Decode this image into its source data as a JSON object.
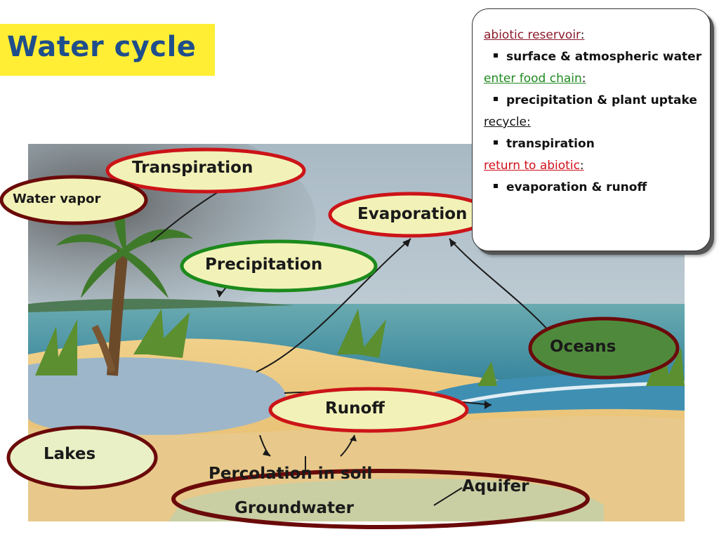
{
  "slide": {
    "title": "Water cycle"
  },
  "diagram": {
    "labels": {
      "transpiration": "Transpiration",
      "water_vapor": "Water vapor",
      "evaporation": "Evaporation",
      "precipitation": "Precipitation",
      "oceans": "Oceans",
      "runoff": "Runoff",
      "lakes": "Lakes",
      "percolation": "Percolation in soil",
      "aquifer": "Aquifer",
      "groundwater": "Groundwater"
    },
    "colors": {
      "red_ring": "#cc1418",
      "dark_red_ring": "#6b0a0a",
      "green_ring": "#1c8a1c",
      "ring_fill": "#f2f2b8",
      "oceans_fill": "#4f8a3c",
      "lakes_fill": "#e9f0c6"
    }
  },
  "info_box": {
    "sections": [
      {
        "heading": "abiotic reservoir",
        "color": "#8b1a2b",
        "items": [
          "surface & atmospheric water"
        ]
      },
      {
        "heading": "enter food chain",
        "color": "#1f8a1f",
        "items": [
          "precipitation & plant uptake"
        ]
      },
      {
        "heading": "recycle",
        "color": "#111111",
        "items": [
          "transpiration"
        ]
      },
      {
        "heading": "return to abiotic",
        "color": "#d0101a",
        "items": [
          "evaporation & runoff"
        ]
      }
    ]
  }
}
